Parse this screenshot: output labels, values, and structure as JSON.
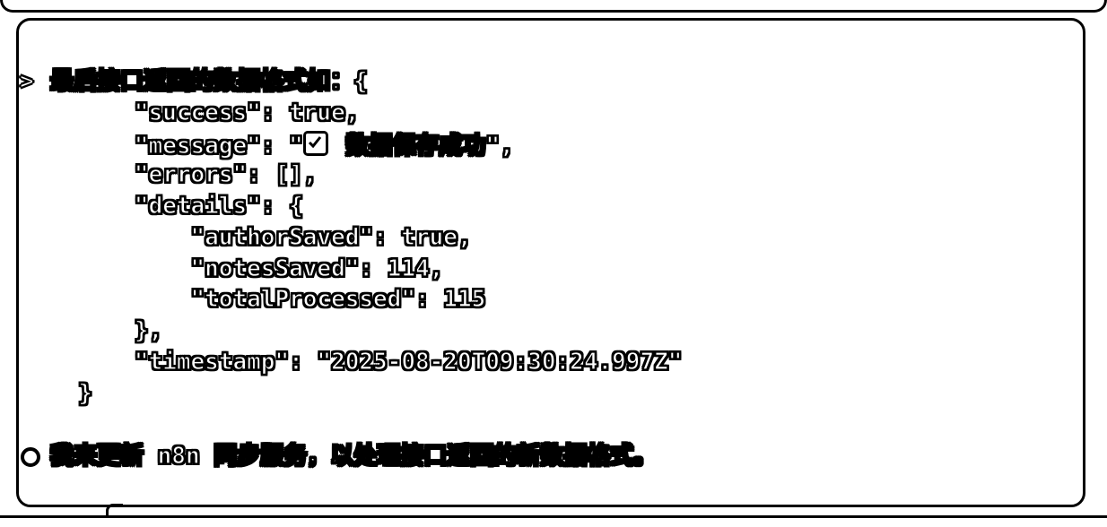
{
  "prompt": {
    "marker": ">",
    "intro": "最后接口返回的数据格式如：",
    "json_lines": [
      "{",
      "      \"success\": true,",
      "      \"message\": \"",
      "      \"errors\": [],",
      "      \"details\": {",
      "          \"authorSaved\": true,",
      "          \"notesSaved\": 114,",
      "          \"totalProcessed\": 115",
      "      },",
      "      \"timestamp\": \"2025-08-20T09:30:24.997Z\"",
      "  }"
    ],
    "message_value": "数据保存成功\",",
    "message_icon": "check-box-icon"
  },
  "assistant": {
    "bullet_icon": "circle-bullet-icon",
    "text": "我来更新 n8n 同步服务，以处理接口返回的新数据格式。"
  }
}
